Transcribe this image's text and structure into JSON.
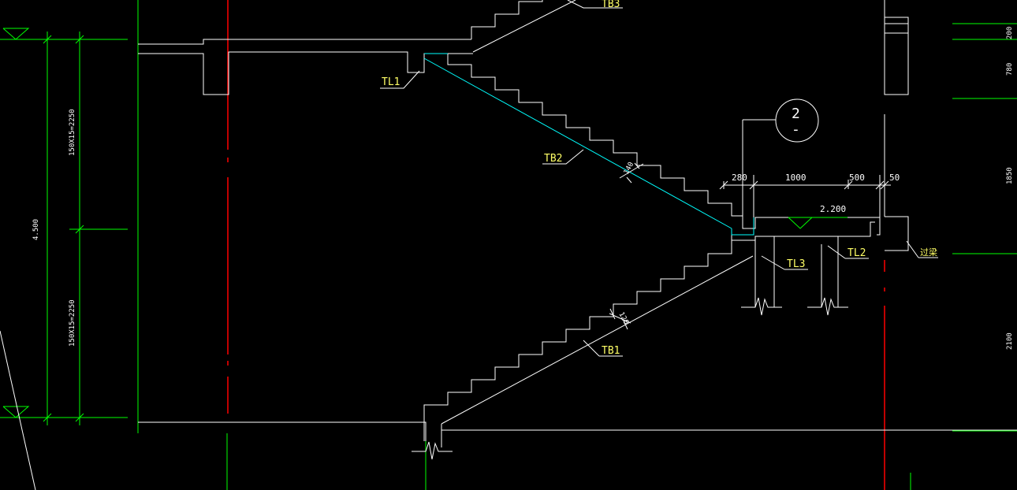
{
  "colors": {
    "background": "#000000",
    "structure": "#ffffff",
    "axis_green": "#00ff00",
    "centerline_red": "#ff0000",
    "slab_cyan": "#00ffff",
    "label_yellow": "#ffff66"
  },
  "labels": {
    "tb3": "TB3",
    "tl1": "TL1",
    "tb2": "TB2",
    "tl3": "TL3",
    "tl2": "TL2",
    "tb1": "TB1",
    "beam": "过梁",
    "slab_thk_upper": "140",
    "slab_thk_lower": "120"
  },
  "section_mark": {
    "number": "2",
    "line": "-"
  },
  "dimensions": {
    "top": [
      "280",
      "1000",
      "500",
      "50"
    ],
    "elevation": "2.200",
    "left_total": "4.500",
    "left_upper": "150X15=2250",
    "left_lower": "150X15=2250",
    "right": [
      "200",
      "780",
      "1850",
      "2100"
    ]
  }
}
